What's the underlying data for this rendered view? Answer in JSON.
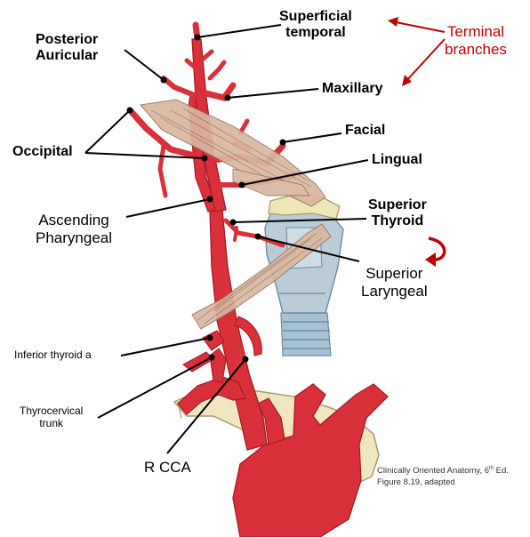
{
  "labels": {
    "superficial_temporal": [
      "Superficial",
      "temporal"
    ],
    "terminal_branches": [
      "Terminal",
      "branches"
    ],
    "posterior_auricular": [
      "Posterior",
      "Auricular"
    ],
    "maxillary": "Maxillary",
    "facial": "Facial",
    "occipital": "Occipital",
    "lingual": "Lingual",
    "ascending_pharyngeal": [
      "Ascending",
      "Pharyngeal"
    ],
    "superior_thyroid": [
      "Superior",
      "Thyroid"
    ],
    "superior_laryngeal": [
      "Superior",
      "Laryngeal"
    ],
    "inferior_thyroid_a": "Inferior thyroid a",
    "thyrocervical_trunk": [
      "Thyrocervical",
      "trunk"
    ],
    "r_cca": "R CCA"
  },
  "citation": {
    "line1_prefix": "Clinically Oriented Anatomy, 6",
    "line1_sup": "th",
    "line1_suffix": " Ed.",
    "line2": "Figure  8.19, adapted"
  },
  "colors": {
    "artery": "#d9303a",
    "artery_dark": "#a51c25",
    "muscle": "#d9b7a0",
    "muscle_dark": "#9c7560",
    "thyroid_cartilage": "#b9ccd8",
    "trachea": "#a8c2d4",
    "hyoid": "#efe6b8",
    "clavicle": "#f0e6c0",
    "accent_red": "#c00000"
  }
}
